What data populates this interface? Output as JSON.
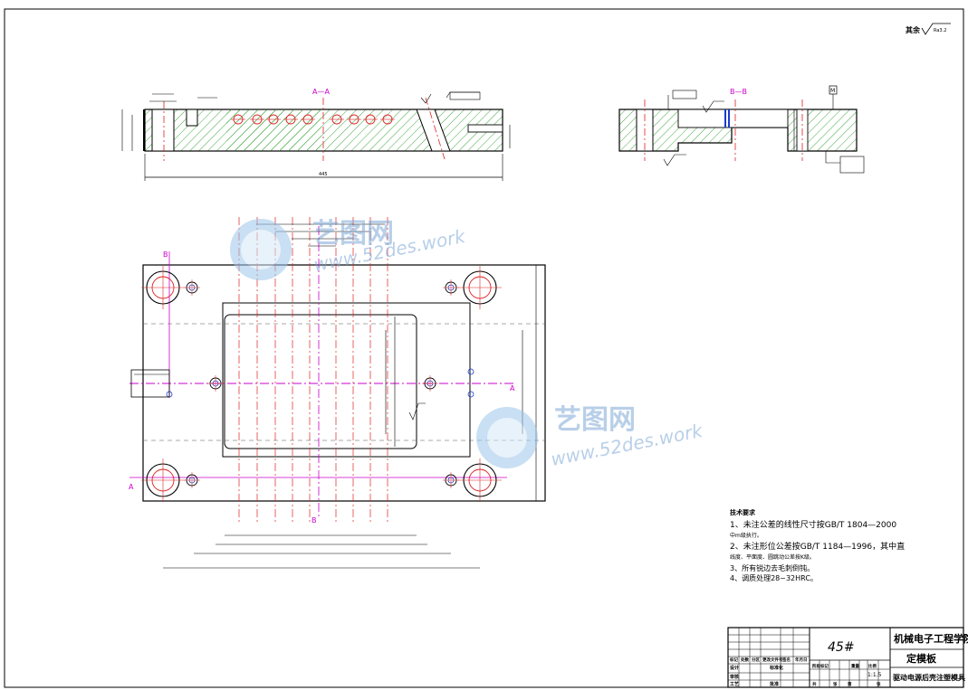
{
  "drawing": {
    "roughness_note": "其余",
    "roughness_value": "Ra3.2",
    "section_aa": "A—A",
    "section_bb": "B—B",
    "view_a": "A",
    "view_b": "B",
    "datum": "M",
    "overall_width": "445"
  },
  "watermark": {
    "brand": "艺图网",
    "url": "www.52des.work"
  },
  "notes": {
    "heading": "技术要求",
    "items": [
      "1、未注公差的线性尺寸按GB/T 1804—2000",
      "中m级执行。",
      "2、未注形位公差按GB/T 1184—1996，其中直",
      "线度、平面度、圆跳动公差按K级。",
      "3、所有锐边去毛刺倒钝。",
      "4、调质处理28~32HRC。"
    ]
  },
  "title_block": {
    "material": "45#",
    "school": "机械电子工程学院",
    "part_name": "定模板",
    "project": "驱动电源后壳注塑模具",
    "scale": "1:1.5",
    "row_labels": [
      "标记",
      "处数",
      "分区",
      "更改文件号",
      "签名",
      "年月日"
    ],
    "design_label": "设计",
    "standard_label": "标准化",
    "review_label": "审核",
    "process_label": "工艺",
    "approve_label": "批准",
    "stage_labels": [
      "阶段标记",
      "重量",
      "比例"
    ],
    "sheet_labels": [
      "共",
      "张",
      "第",
      "张"
    ]
  }
}
